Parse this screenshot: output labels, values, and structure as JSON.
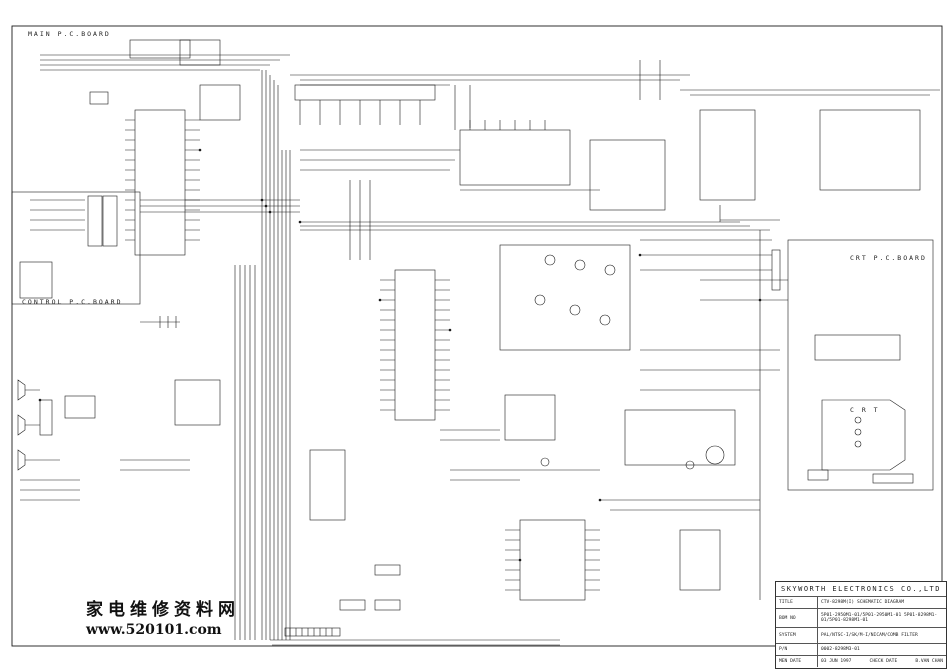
{
  "boards": {
    "main": "MAIN P.C.BOARD",
    "control": "CONTROL P.C.BOARD",
    "crt_board": "CRT P.C.BOARD",
    "crt": "C R T"
  },
  "watermark": {
    "chinese": "家电维修资料网",
    "url": "www.520101.com"
  },
  "title_block": {
    "company": "SKYWORTH ELECTRONICS CO.,LTD",
    "title_key": "TITLE",
    "title_val": "CTV-8298M(I) SCHEMATIC DIAGRAM",
    "bom_key": "BOM NO",
    "bom_val": "5P01-2950M1-01/5P01-2950M1-01 5P01-8298M1-01/5P01-8298M1-01",
    "system_key": "SYSTEM",
    "system_val": "PAL/NTSC-I/SK/M-I/NICAM/COMB FILTER",
    "pn_key": "P/N",
    "pn_val": "0002-8298M3-01",
    "date_key": "MEN DATE",
    "date_val": "03 JUN 1997",
    "check_val": "CHECK DATE",
    "drawn_val": "B.VAN CHAN"
  },
  "colors": {
    "ink": "#1a1a1a",
    "paper": "#ffffff"
  }
}
